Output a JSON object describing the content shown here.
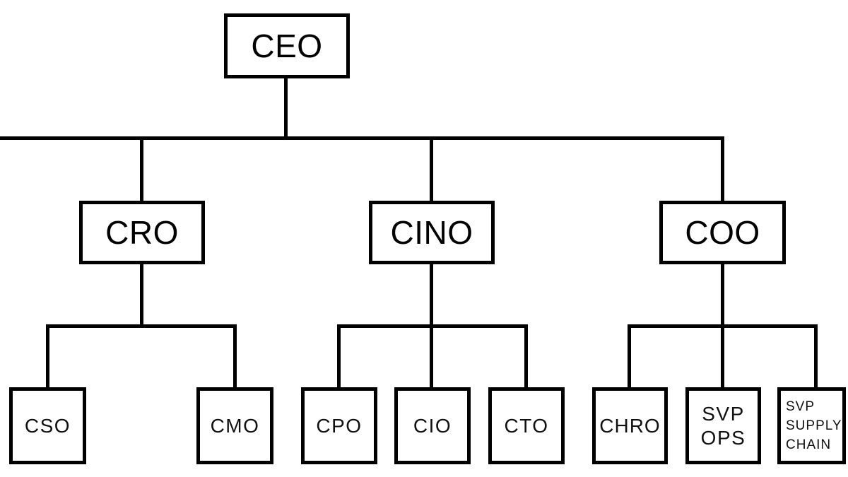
{
  "diagram": {
    "type": "org-chart",
    "background_color": "#ffffff",
    "line_color": "#000000",
    "box_border_color": "#000000",
    "text_color": "#000000",
    "nodes": [
      {
        "id": "ceo",
        "lines": [
          "CEO"
        ],
        "level": 0
      },
      {
        "id": "cro",
        "lines": [
          "CRO"
        ],
        "level": 1
      },
      {
        "id": "cino",
        "lines": [
          "CINO"
        ],
        "level": 1
      },
      {
        "id": "coo",
        "lines": [
          "COO"
        ],
        "level": 1
      },
      {
        "id": "cso",
        "lines": [
          "CSO"
        ],
        "level": 2
      },
      {
        "id": "cmo",
        "lines": [
          "CMO"
        ],
        "level": 2
      },
      {
        "id": "cpo",
        "lines": [
          "CPO"
        ],
        "level": 2
      },
      {
        "id": "cio",
        "lines": [
          "CIO"
        ],
        "level": 2
      },
      {
        "id": "cto",
        "lines": [
          "CTO"
        ],
        "level": 2
      },
      {
        "id": "chro",
        "lines": [
          "CHRO"
        ],
        "level": 2
      },
      {
        "id": "svp-ops",
        "lines": [
          "SVP",
          "OPS"
        ],
        "level": 2
      },
      {
        "id": "svp-supply-chain",
        "lines": [
          "SVP",
          "SUPPLY",
          "CHAIN"
        ],
        "level": 2
      }
    ],
    "edges": [
      {
        "from": "ceo",
        "to": "cro"
      },
      {
        "from": "ceo",
        "to": "cino"
      },
      {
        "from": "ceo",
        "to": "coo"
      },
      {
        "from": "cro",
        "to": "cso"
      },
      {
        "from": "cro",
        "to": "cmo"
      },
      {
        "from": "cino",
        "to": "cpo"
      },
      {
        "from": "cino",
        "to": "cio"
      },
      {
        "from": "cino",
        "to": "cto"
      },
      {
        "from": "coo",
        "to": "chro"
      },
      {
        "from": "coo",
        "to": "svp-ops"
      },
      {
        "from": "coo",
        "to": "svp-supply-chain"
      }
    ]
  }
}
